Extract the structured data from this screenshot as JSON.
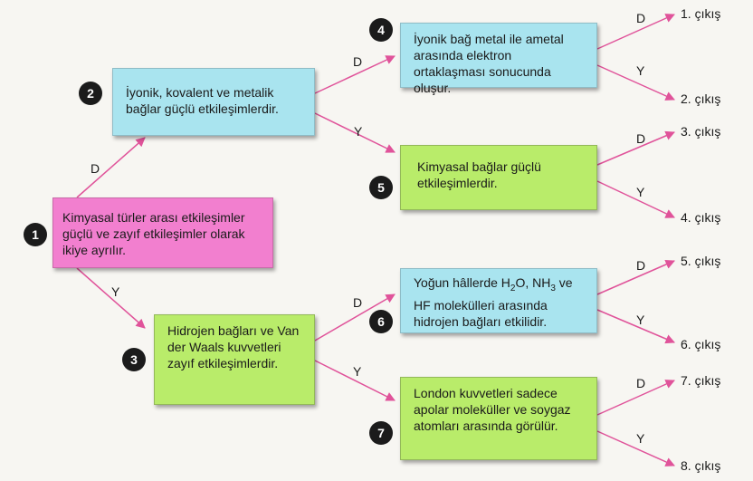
{
  "colors": {
    "arrow": "#e0539a",
    "pink_box": "#f27fcf",
    "blue_box": "#a9e4ef",
    "green_box": "#b9ec6a",
    "badge": "#1b1b1b"
  },
  "nodes": {
    "n1": {
      "num": "1",
      "text": "Kimyasal türler arası etkileşimler güçlü ve zayıf etkileşimler olarak ikiye ayrılır."
    },
    "n2": {
      "num": "2",
      "text": "İyonik, kovalent ve metalik bağlar güçlü etkileşimlerdir."
    },
    "n3": {
      "num": "3",
      "text": "Hidrojen bağları ve Van der Waals kuvvetleri zayıf etkileşimlerdir."
    },
    "n4": {
      "num": "4",
      "text": "İyonik bağ metal ile ametal arasında elektron ortaklaşması sonucunda oluşur."
    },
    "n5": {
      "num": "5",
      "text": "Kimyasal bağlar güçlü etkileşimlerdir."
    },
    "n6": {
      "num": "6",
      "pre": "Yoğun hâllerde H",
      "sub1": "2",
      "mid1": "O, NH",
      "sub2": "3",
      "post": " ve HF molekülleri arasında hidrojen bağları etkilidir."
    },
    "n7": {
      "num": "7",
      "text": "London kuvvetleri sadece apolar moleküller ve soygaz atomları arasında görülür."
    }
  },
  "edge_labels": {
    "yes": "D",
    "no": "Y"
  },
  "outputs": [
    "1. çıkış",
    "2. çıkış",
    "3. çıkış",
    "4. çıkış",
    "5. çıkış",
    "6. çıkış",
    "7. çıkış",
    "8. çıkış"
  ]
}
